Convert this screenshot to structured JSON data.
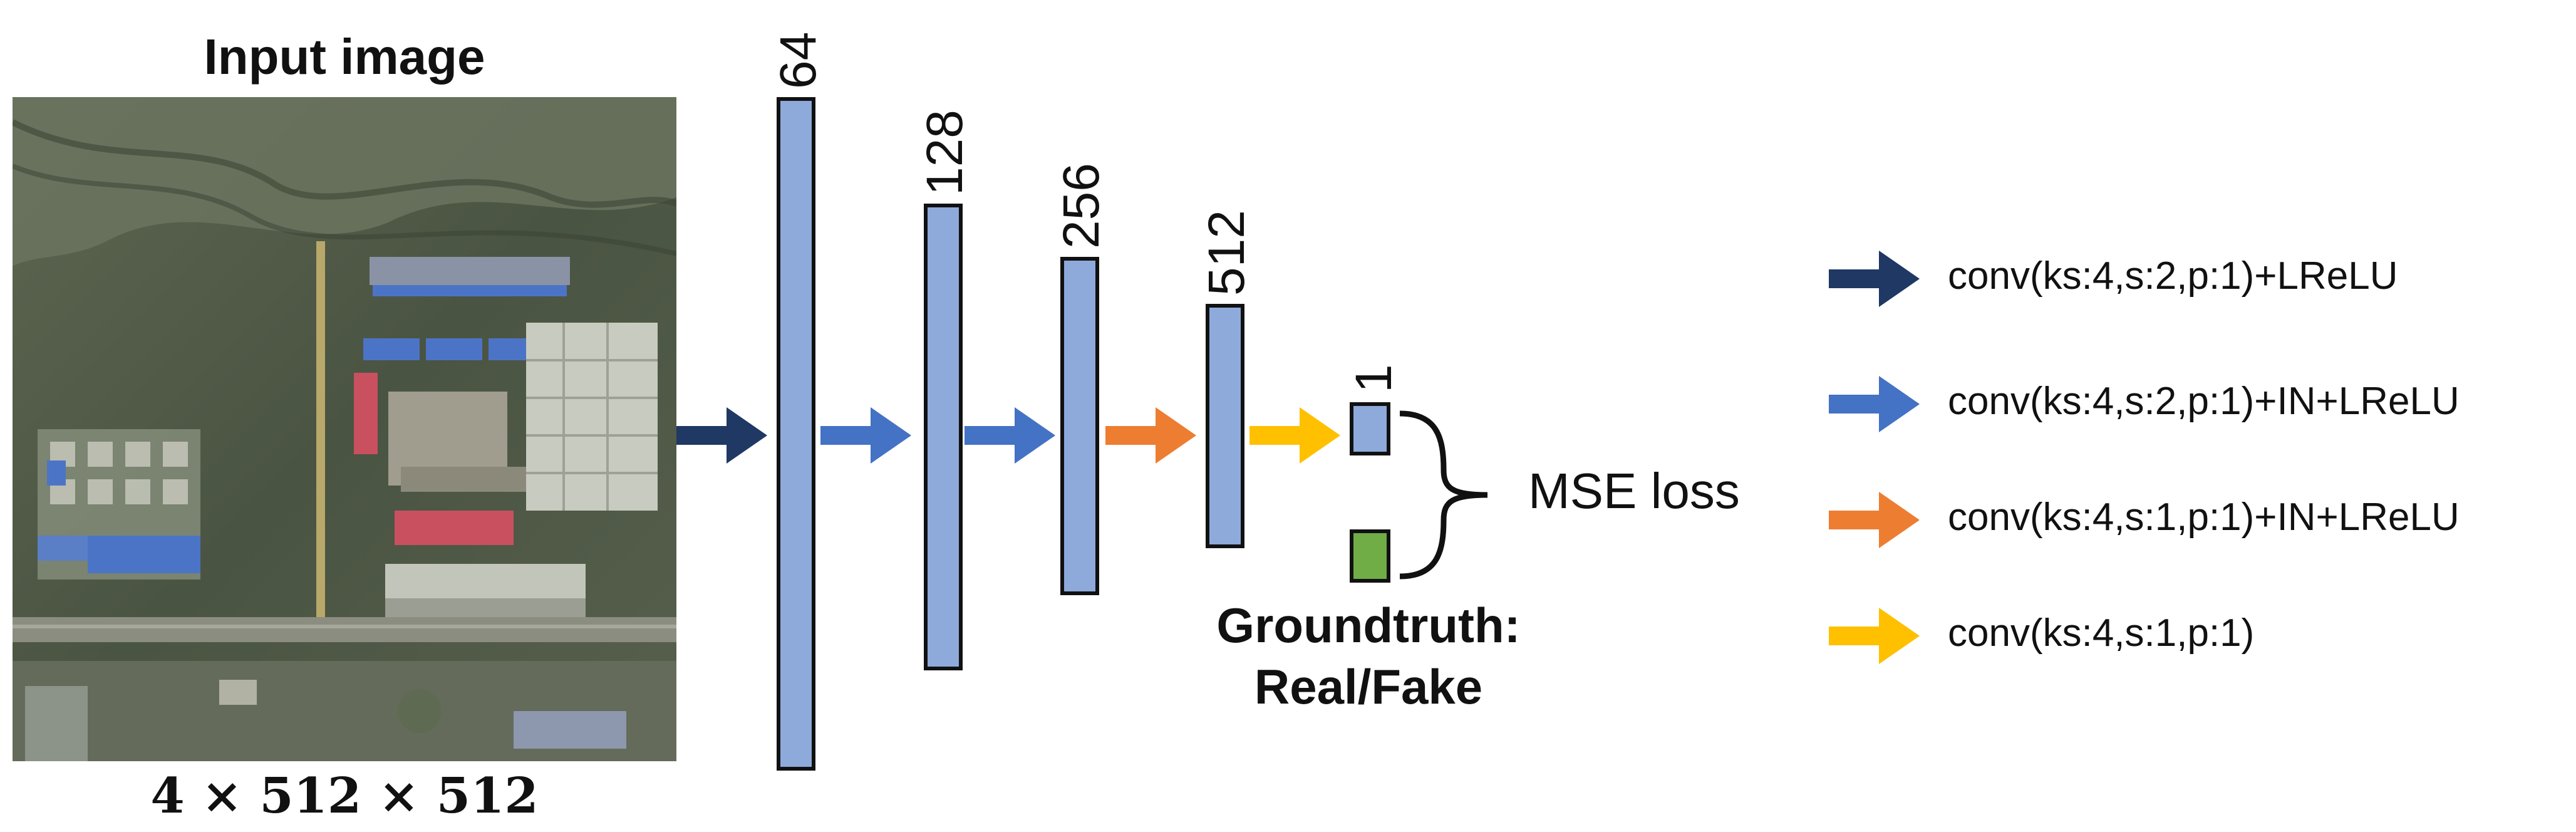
{
  "input": {
    "title": "Input image",
    "dims": "4 × 512 × 512"
  },
  "layers": [
    {
      "label": "64"
    },
    {
      "label": "128"
    },
    {
      "label": "256"
    },
    {
      "label": "512"
    },
    {
      "label": "1"
    }
  ],
  "groundtruth": {
    "line1": "Groundtruth:",
    "line2": "Real/Fake"
  },
  "loss": {
    "label": "MSE loss"
  },
  "legend": [
    {
      "label": "conv(ks:4,s:2,p:1)+LReLU",
      "color": "#1f3864",
      "icon": "dark-navy-arrow-icon"
    },
    {
      "label": "conv(ks:4,s:2,p:1)+IN+LReLU",
      "color": "#4472c4",
      "icon": "blue-arrow-icon"
    },
    {
      "label": "conv(ks:4,s:1,p:1)+IN+LReLU",
      "color": "#ed7d31",
      "icon": "orange-arrow-icon"
    },
    {
      "label": "conv(ks:4,s:1,p:1)",
      "color": "#ffc000",
      "icon": "yellow-arrow-icon"
    }
  ],
  "colors": {
    "layer_fill": "#8eaadb",
    "groundtruth_fill": "#70ad47",
    "stroke": "#111111"
  }
}
